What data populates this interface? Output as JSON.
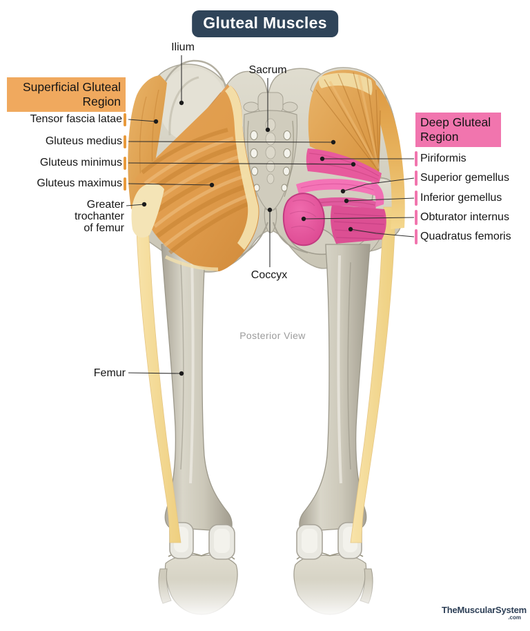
{
  "title": "Gluteal Muscles",
  "view": "Posterior View",
  "watermark": {
    "name": "TheMuscularSystem",
    "suffix": ".com"
  },
  "superficial_region": {
    "heading": "Superficial Gluteal Region",
    "items": [
      {
        "label": "Tensor fascia latae"
      },
      {
        "label": "Gluteus medius"
      },
      {
        "label": "Gluteus minimus"
      },
      {
        "label": "Gluteus maximus"
      }
    ]
  },
  "deep_region": {
    "heading": "Deep Gluteal Region",
    "items": [
      {
        "label": "Piriformis"
      },
      {
        "label": "Superior gemellus"
      },
      {
        "label": "Inferior gemellus"
      },
      {
        "label": "Obturator internus"
      },
      {
        "label": "Quadratus femoris"
      }
    ]
  },
  "bone_labels": {
    "ilium": "Ilium",
    "sacrum": "Sacrum",
    "coccyx": "Coccyx",
    "femur": "Femur",
    "greater_trochanter": "Greater trochanter of femur"
  },
  "colors": {
    "c-orange-hl": "#F0A95E",
    "c-pink-hl": "#F175AE",
    "c-badge": "#2F4459",
    "c-caption": "#9B9B9B",
    "c-wm": "#2E4057",
    "c-leader": "#2E2E2E",
    "muscle-orange": "#DD9840",
    "muscle-pink": "#E8519A",
    "bone": "#D5D1C2",
    "band-yellow": "#F5DA96"
  }
}
